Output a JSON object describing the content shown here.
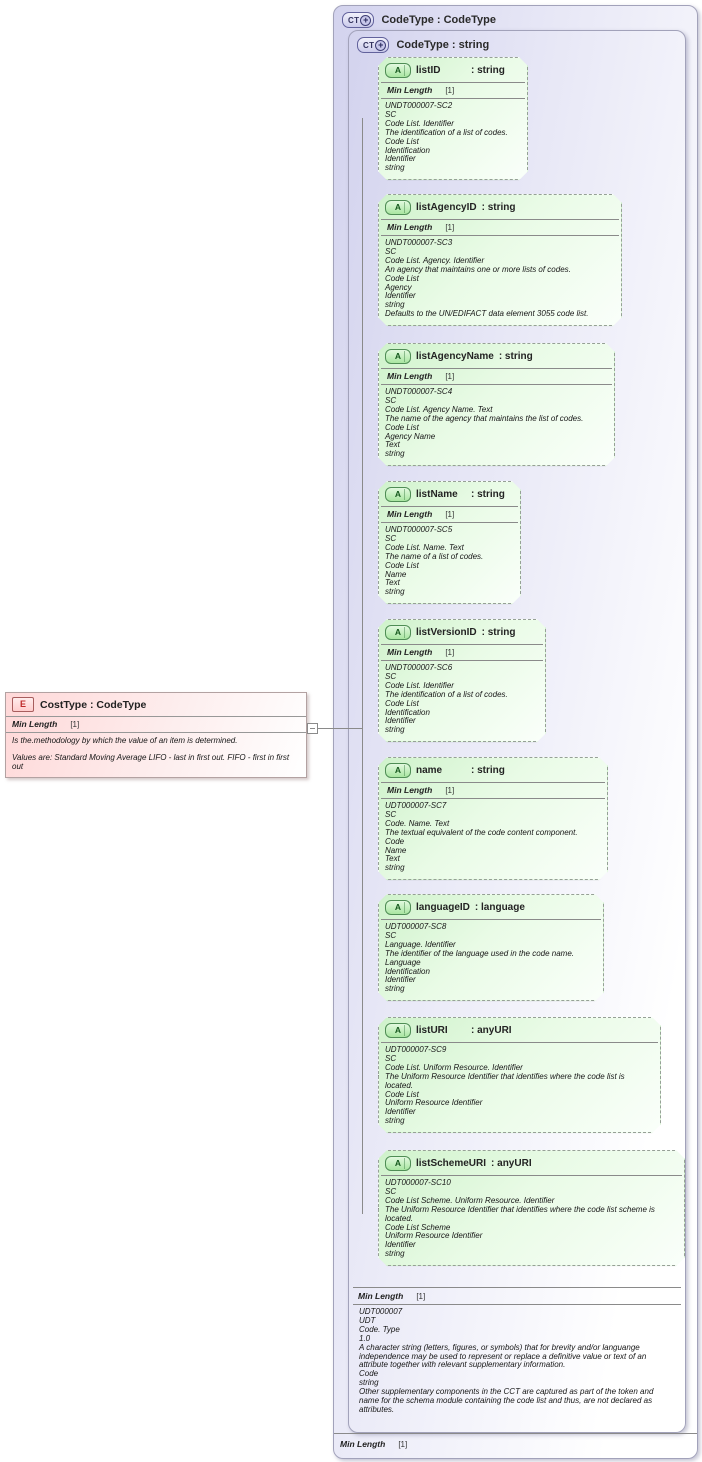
{
  "icons": {
    "element": "E",
    "complextype": "CT",
    "attribute": "A",
    "plus": "+"
  },
  "element": {
    "title": "CostType : CodeType",
    "facet_label": "Min Length",
    "facet_value": "[1]",
    "annotation_paragraphs": [
      "Is the.methodology by which the value of an item is determined.",
      "Values are: Standard Moving Average LIFO - last in first out. FIFO - first in first out"
    ]
  },
  "outer": {
    "title": "CodeType : CodeType",
    "facet_label": "Min Length",
    "facet_value": "[1]"
  },
  "inner": {
    "title": "CodeType : string",
    "facet_label": "Min Length",
    "facet_value": "[1]",
    "annotation": [
      "UDT000007",
      "UDT",
      "Code. Type",
      "1.0",
      "A character string (letters, figures, or symbols) that for brevity and/or languange independence may be used to represent or replace a definitive value or text of an attribute together with relevant supplementary information.",
      "Code",
      "string",
      "Other supplementary components in the CCT are captured as part of the token and name for the schema module containing the code list and thus, are not declared as attributes."
    ]
  },
  "attributes": [
    {
      "name": "listID",
      "type": "string",
      "facet_label": "Min Length",
      "facet_value": "[1]",
      "annotation": [
        "UNDT000007-SC2",
        "SC",
        "Code List. Identifier",
        "The identification of a list of codes.",
        "Code List",
        "Identification",
        "Identifier",
        "string"
      ]
    },
    {
      "name": "listAgencyID",
      "type": "string",
      "facet_label": "Min Length",
      "facet_value": "[1]",
      "annotation": [
        "UNDT000007-SC3",
        "SC",
        "Code List. Agency. Identifier",
        "An agency that maintains one or more lists of codes.",
        "Code List",
        "Agency",
        "Identifier",
        "string",
        "Defaults to the UN/EDIFACT data element 3055 code list."
      ]
    },
    {
      "name": "listAgencyName",
      "type": "string",
      "facet_label": "Min Length",
      "facet_value": "[1]",
      "annotation": [
        "UNDT000007-SC4",
        "SC",
        "Code List. Agency Name. Text",
        "The name of the agency that maintains the list of codes.",
        "Code List",
        "Agency Name",
        "Text",
        "string"
      ]
    },
    {
      "name": "listName",
      "type": "string",
      "facet_label": "Min Length",
      "facet_value": "[1]",
      "annotation": [
        "UNDT000007-SC5",
        "SC",
        "Code List. Name. Text",
        "The name of a list of codes.",
        "Code List",
        "Name",
        "Text",
        "string"
      ]
    },
    {
      "name": "listVersionID",
      "type": "string",
      "facet_label": "Min Length",
      "facet_value": "[1]",
      "annotation": [
        "UNDT000007-SC6",
        "SC",
        "Code List. Identifier",
        "The identification of a list of codes.",
        "Code List",
        "Identification",
        "Identifier",
        "string"
      ]
    },
    {
      "name": "name",
      "type": "string",
      "facet_label": "Min Length",
      "facet_value": "[1]",
      "annotation": [
        "UDT000007-SC7",
        "SC",
        "Code. Name. Text",
        "The textual equivalent of the code content component.",
        "Code",
        "Name",
        "Text",
        "string"
      ]
    },
    {
      "name": "languageID",
      "type": "language",
      "annotation": [
        "UDT000007-SC8",
        "SC",
        "Language. Identifier",
        "The identifier of the language used in the code name.",
        "Language",
        "Identification",
        "Identifier",
        "string"
      ]
    },
    {
      "name": "listURI",
      "type": "anyURI",
      "annotation": [
        "UDT000007-SC9",
        "SC",
        "Code List. Uniform Resource. Identifier",
        "The Uniform Resource Identifier that identifies where the code list is located.",
        "Code List",
        "Uniform Resource Identifier",
        "Identifier",
        "string"
      ]
    },
    {
      "name": "listSchemeURI",
      "type": "anyURI",
      "annotation": [
        "UDT000007-SC10",
        "SC",
        "Code List Scheme. Uniform Resource. Identifier",
        "The Uniform Resource Identifier that identifies where the code list scheme is located.",
        "Code List Scheme",
        "Uniform Resource Identifier",
        "Identifier",
        "string"
      ]
    }
  ]
}
